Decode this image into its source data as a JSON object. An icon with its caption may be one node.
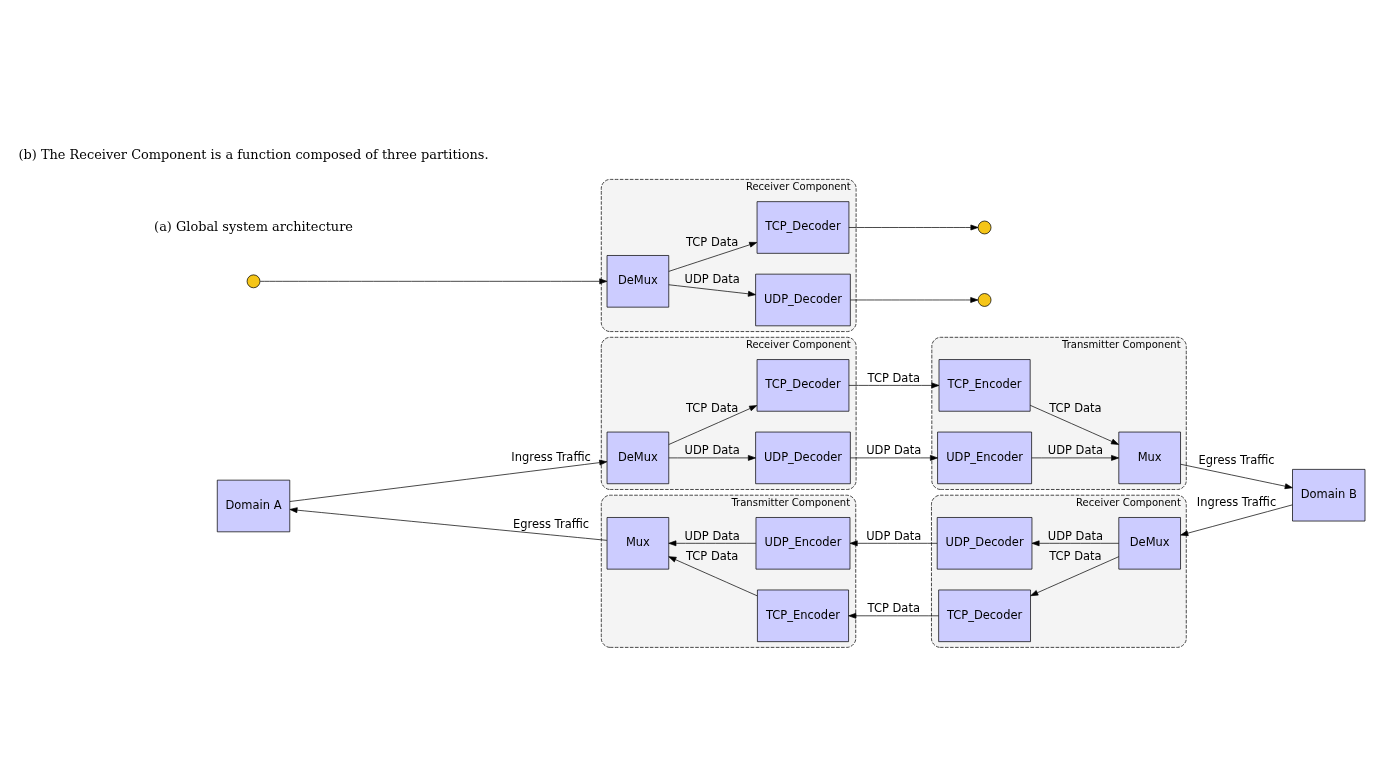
{
  "diagram": {
    "nodes": [
      {
        "text": [
          "Receiver Component"
        ]
      },
      {
        "text": [
          "DeMux"
        ],
        "in": 0
      },
      {
        "text": [
          "TCP_Decoder"
        ],
        "in": 0
      },
      {
        "text": [
          "UDP_Decoder"
        ],
        "in": 0
      },
      {
        "text": [
          "Transmitter Component"
        ]
      },
      {
        "text": [
          "TCP_Encoder"
        ],
        "in": 4
      },
      {
        "text": [
          "UDP_Encoder"
        ],
        "in": 4
      },
      {
        "text": [
          "Mux"
        ],
        "in": 4
      },
      {
        "text": [
          "Domain A"
        ]
      },
      {
        "text": [
          "Domain B"
        ]
      },
      {
        "text": [
          "Transmitter Component"
        ]
      },
      {
        "text": [
          "UDP_Encoder"
        ],
        "in": 10
      },
      {
        "text": [
          "Mux"
        ],
        "in": 10
      },
      {
        "text": [
          "TCP_Encoder"
        ],
        "in": 10
      },
      {
        "text": [
          "Receiver Component"
        ]
      },
      {
        "text": [
          "UDP_Decoder"
        ],
        "in": 14
      },
      {
        "text": [
          "DeMux"
        ],
        "in": 14
      },
      {
        "text": [
          "TCP_Decoder"
        ],
        "in": 14
      },
      {
        "text": [
          "Receiver Component"
        ]
      },
      {
        "text": [],
        "shape": "circle"
      },
      {
        "text": [
          "DeMux"
        ],
        "in": 18
      },
      {
        "text": [
          "TCP_Decoder"
        ],
        "in": 18
      },
      {
        "text": [
          "UDP_Decoder"
        ],
        "in": 18
      },
      {
        "text": [],
        "shape": "circle"
      },
      {
        "text": [],
        "shape": "circle"
      }
    ],
    "edges": [
      {
        "from": 8,
        "to": 1,
        "arrow": "to",
        "label": "Ingress Traffic"
      },
      {
        "from": 1,
        "to": 2,
        "arrow": "to",
        "label": "TCP Data"
      },
      {
        "from": 1,
        "to": 3,
        "arrow": "to",
        "label": "UDP Data"
      },
      {
        "from": 2,
        "to": 5,
        "arrow": "to",
        "label": "TCP Data"
      },
      {
        "from": 3,
        "to": 6,
        "arrow": "to",
        "label": "UDP Data"
      },
      {
        "from": 5,
        "to": 7,
        "arrow": "to",
        "label": "TCP Data"
      },
      {
        "from": 6,
        "to": 7,
        "arrow": "to",
        "label": "UDP Data"
      },
      {
        "from": 7,
        "to": 9,
        "arrow": "to",
        "label": "Egress Traffic"
      },
      {
        "from": 9,
        "to": 16,
        "arrow": "to",
        "label": "Ingress Traffic"
      },
      {
        "from": 16,
        "to": 15,
        "arrow": "to",
        "label": "UDP Data"
      },
      {
        "from": 16,
        "to": 17,
        "arrow": "to",
        "label": "TCP Data"
      },
      {
        "from": 15,
        "to": 11,
        "arrow": "to",
        "label": "UDP Data"
      },
      {
        "from": 17,
        "to": 13,
        "arrow": "to",
        "label": "TCP Data"
      },
      {
        "from": 11,
        "to": 12,
        "arrow": "to",
        "label": "UDP Data"
      },
      {
        "from": 13,
        "to": 12,
        "arrow": "to",
        "label": "TCP Data"
      },
      {
        "from": 12,
        "to": 8,
        "arrow": "to",
        "label": "Egress Traffic"
      },
      {
        "from": 19,
        "to": 20,
        "arrow": "to"
      },
      {
        "from": 20,
        "to": 21,
        "arrow": "to",
        "label": "TCP Data"
      },
      {
        "from": 20,
        "to": 22,
        "arrow": "to",
        "label": "UDP Data"
      },
      {
        "from": 21,
        "to": 23,
        "arrow": "to"
      },
      {
        "from": 22,
        "to": 24,
        "arrow": "to"
      }
    ],
    "labels": [
      "(a) Global system architecture",
      "(b) The Receiver Component is a function composed of three partitions."
    ]
  }
}
